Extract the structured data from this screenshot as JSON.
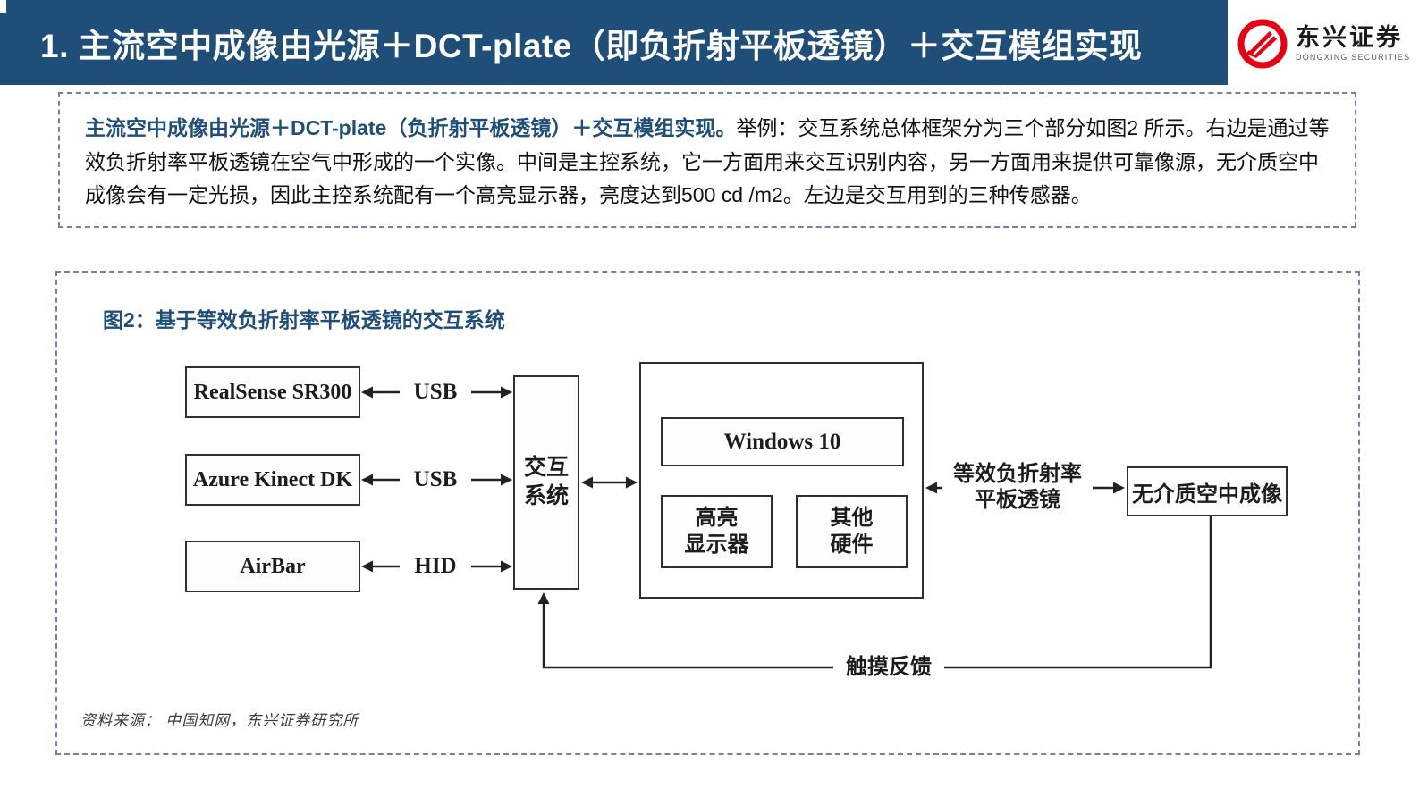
{
  "header": {
    "title": "1. 主流空中成像由光源＋DCT-plate（即负折射平板透镜）＋交互模组实现",
    "bar_color": "#1F4E79",
    "logo": {
      "name": "东兴证券",
      "subtitle": "DONGXING SECURITIES",
      "brand_color": "#E60012"
    }
  },
  "summary": {
    "lead": "主流空中成像由光源＋DCT-plate（负折射平板透镜）＋交互模组实现。",
    "body": "举例：交互系统总体框架分为三个部分如图2 所示。右边是通过等效负折射率平板透镜在空气中形成的一个实像。中间是主控系统，它一方面用来交互识别内容，另一方面用来提供可靠像源，无介质空中成像会有一定光损，因此主控系统配有一个高亮显示器，亮度达到500 cd /m2。左边是交互用到的三种传感器。"
  },
  "figure": {
    "caption": "图2：基于等效负折射率平板透镜的交互系统",
    "source": "资料来源：  中国知网，东兴证券研究所",
    "nodes": {
      "sensor1": "RealSense SR300",
      "sensor2": "Azure Kinect DK",
      "sensor3": "AirBar",
      "hub_line1": "交互",
      "hub_line2": "系统",
      "os": "Windows 10",
      "display_line1": "高亮",
      "display_line2": "显示器",
      "hardware_line1": "其他",
      "hardware_line2": "硬件",
      "aerial_image": "无介质空中成像"
    },
    "labels": {
      "usb1": "USB",
      "usb2": "USB",
      "hid": "HID",
      "lens_line1": "等效负折射率",
      "lens_line2": "平板透镜",
      "feedback": "触摸反馈"
    },
    "line_color": "#222222",
    "dash_border_color": "#7380AE"
  }
}
